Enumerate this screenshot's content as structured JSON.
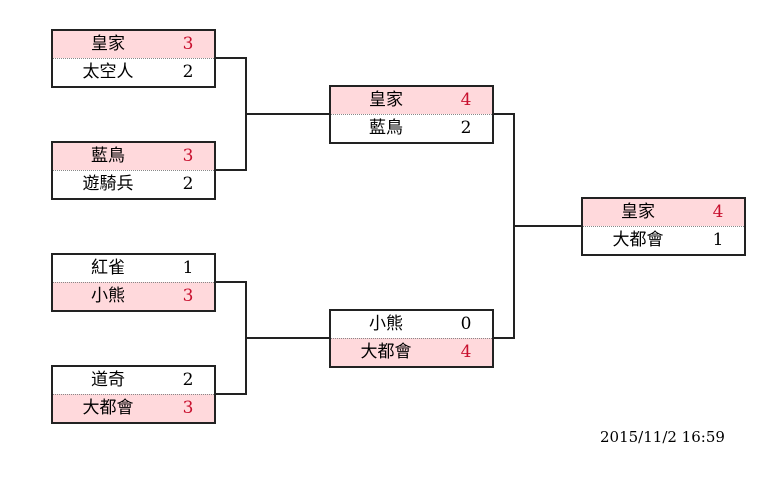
{
  "colors": {
    "winner_fill": "#ffd9dc",
    "winner_score": "#c8102e",
    "border": "#222222",
    "line": "#222222"
  },
  "rounds": [
    {
      "name": "",
      "matches": [
        {
          "teams": [
            {
              "name": "皇家",
              "score": "3",
              "winner": true
            },
            {
              "name": "太空人",
              "score": "2",
              "winner": false
            }
          ]
        },
        {
          "teams": [
            {
              "name": "藍鳥",
              "score": "3",
              "winner": true
            },
            {
              "name": "遊騎兵",
              "score": "2",
              "winner": false
            }
          ]
        },
        {
          "teams": [
            {
              "name": "紅雀",
              "score": "1",
              "winner": false
            },
            {
              "name": "小熊",
              "score": "3",
              "winner": true
            }
          ]
        },
        {
          "teams": [
            {
              "name": "道奇",
              "score": "2",
              "winner": false
            },
            {
              "name": "大都會",
              "score": "3",
              "winner": true
            }
          ]
        }
      ]
    },
    {
      "name": "",
      "matches": [
        {
          "teams": [
            {
              "name": "皇家",
              "score": "4",
              "winner": true
            },
            {
              "name": "藍鳥",
              "score": "2",
              "winner": false
            }
          ]
        },
        {
          "teams": [
            {
              "name": "小熊",
              "score": "0",
              "winner": false
            },
            {
              "name": "大都會",
              "score": "4",
              "winner": true
            }
          ]
        }
      ]
    },
    {
      "name": "",
      "matches": [
        {
          "teams": [
            {
              "name": "皇家",
              "score": "4",
              "winner": true
            },
            {
              "name": "大都會",
              "score": "1",
              "winner": false
            }
          ]
        }
      ]
    }
  ],
  "timestamp": "2015/11/2 16:59"
}
